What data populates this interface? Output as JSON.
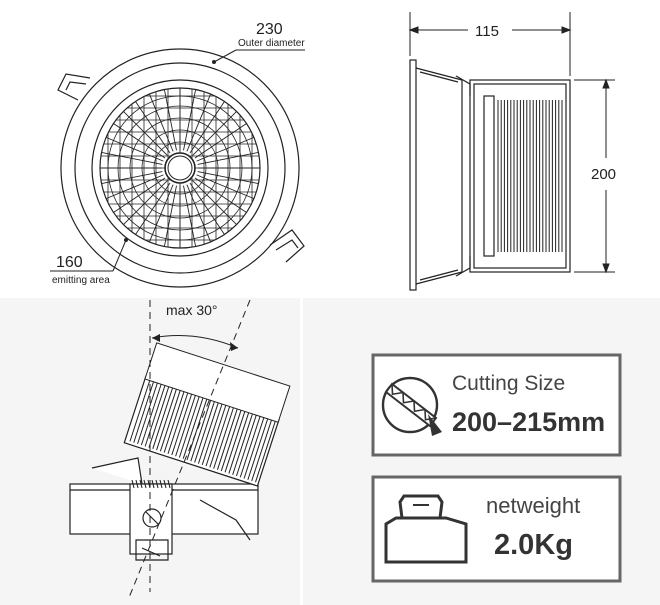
{
  "front_view": {
    "outer_diameter_value": "230",
    "outer_diameter_caption": "Outer diameter",
    "emitting_area_value": "160",
    "emitting_area_caption": "emitting area"
  },
  "side_view": {
    "depth_value": "115",
    "height_value": "200"
  },
  "tilt_view": {
    "angle_label": "max 30°"
  },
  "cutting_box": {
    "title": "Cutting Size",
    "value": "200–215mm",
    "icon": "saw-icon"
  },
  "weight_box": {
    "title": "netweight",
    "value": "2.0Kg",
    "icon": "weight-icon"
  },
  "colors": {
    "line": "#222222",
    "panel_bg": "#f5f5f5",
    "box_border": "#666666"
  }
}
